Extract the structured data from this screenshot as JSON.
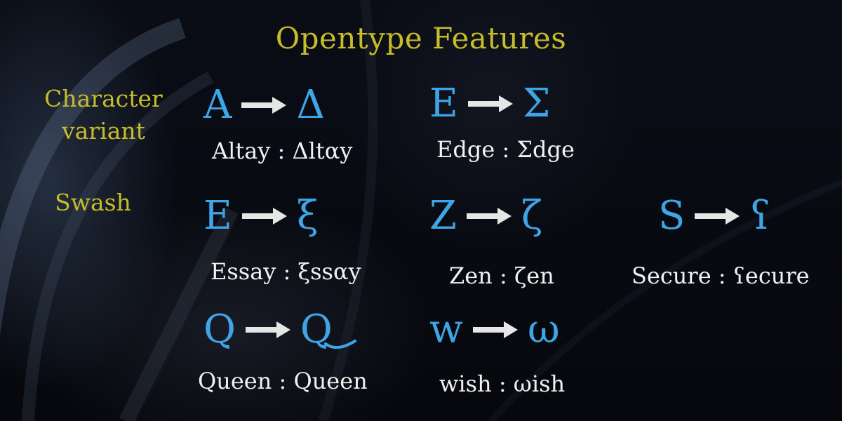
{
  "title": "Opentype Features",
  "categories": {
    "character_variant": "Character variant",
    "swash": "Swash"
  },
  "pairs": {
    "a_delta": {
      "from": "A",
      "to": "Δ",
      "caption": "Altay : Δltαy"
    },
    "e_sigma": {
      "from": "E",
      "to": "Σ",
      "caption": "Edge : Σdge"
    },
    "e_xi": {
      "from": "E",
      "to": "ξ",
      "caption": "Essay : ξssαy"
    },
    "z_zeta": {
      "from": "Z",
      "to": "ζ",
      "caption": "Zen : ζen"
    },
    "s_swash": {
      "from": "S",
      "to": "ʕ",
      "caption": "Secure : ʕecure"
    },
    "q_swash": {
      "from": "Q",
      "to": "Q",
      "caption": "Queen : Queen"
    },
    "w_omega": {
      "from": "w",
      "to": "ω",
      "caption": "wish : ωish"
    }
  },
  "colors": {
    "heading": "#c7bd2a",
    "glyph": "#3fa5e6",
    "arrow": "#e6e6e6",
    "caption": "#f1f1f1"
  }
}
